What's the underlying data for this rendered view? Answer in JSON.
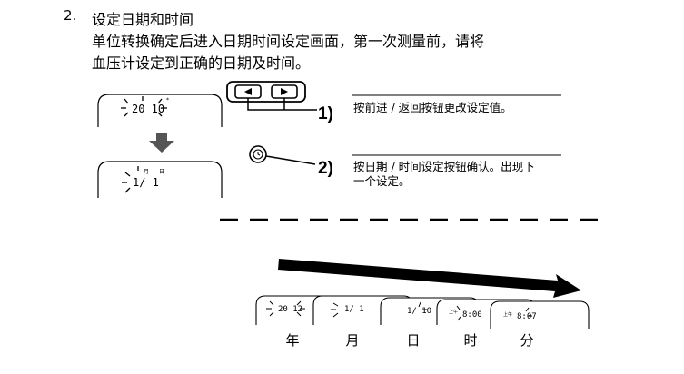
{
  "section": {
    "number": "2.",
    "title": "设定日期和时间",
    "intro_line1": "单位转换确定后进入日期时间设定画面，第一次测量前，请将",
    "intro_line2": "血压计设定到正确的日期及时间。"
  },
  "steps": [
    {
      "number": "1)",
      "text": "按前进 / 返回按钮更改设定值。"
    },
    {
      "number": "2)",
      "text_line1": "按日期 / 时间设定按钮确认。出现下",
      "text_line2": "一个设定。"
    }
  ],
  "displays": {
    "top_year": "20 10",
    "top_month_day": "1/ 1",
    "seq_year": "20 12",
    "seq_month_day": "1/ 1",
    "seq_day": "1/ 10",
    "seq_hour": "8:00",
    "seq_minute": "8:07",
    "am_marker": "上午"
  },
  "sequence_labels": [
    "年",
    "月",
    "日",
    "时",
    "分"
  ],
  "icons": {
    "nav_buttons": "left-right-arrow-buttons-icon",
    "date_time_button": "clock-button-icon",
    "flow_arrow": "arrow-down-icon",
    "progress_arrow": "arrow-right-icon"
  }
}
